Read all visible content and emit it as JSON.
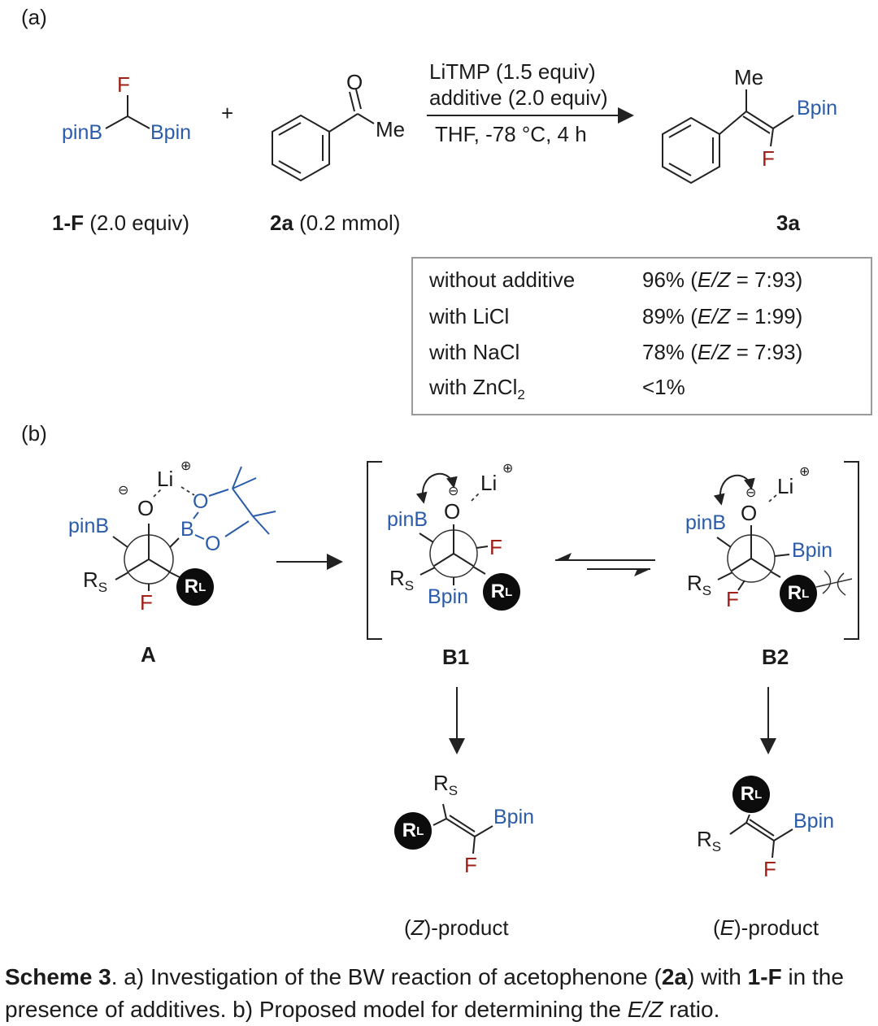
{
  "colors": {
    "accent_blue": "#2A5CA9",
    "accent_red": "#A02018",
    "text": "#1B1B1B",
    "rl_circle": "#0C0C0C"
  },
  "panel_a": {
    "label": "(a)",
    "compound_1f": {
      "f": "F",
      "pinb": "pinB",
      "bpin": "Bpin",
      "name": "1-F",
      "amount": " (2.0 equiv)"
    },
    "plus": "+",
    "compound_2a": {
      "o": "O",
      "me": "Me",
      "name": "2a",
      "amount": " (0.2 mmol)"
    },
    "conditions": {
      "above1": "LiTMP (1.5 equiv)",
      "above2": "additive (2.0 equiv)",
      "below": "THF, -78 °C, 4 h"
    },
    "compound_3a": {
      "me": "Me",
      "bpin": "Bpin",
      "f": "F",
      "name": "3a"
    },
    "results": {
      "rows": [
        {
          "additive": "without additive",
          "additive_sub": "",
          "res_pre": "96% (",
          "res_it": "E/Z",
          "res_post": " = 7:93)"
        },
        {
          "additive": "with LiCl",
          "additive_sub": "",
          "res_pre": "89% (",
          "res_it": "E/Z",
          "res_post": " = 1:99)"
        },
        {
          "additive": "with NaCl",
          "additive_sub": "",
          "res_pre": "78% (",
          "res_it": "E/Z",
          "res_post": " = 7:93)"
        },
        {
          "additive": "with ZnCl",
          "additive_sub": "2",
          "res_pre": "<1%",
          "res_it": "",
          "res_post": ""
        }
      ]
    }
  },
  "panel_b": {
    "label": "(b)",
    "a": {
      "li": "Li",
      "plus": "⊕",
      "minus": "⊖",
      "o": "O",
      "pinb": "pinB",
      "b": "B",
      "ring_o1": "O",
      "ring_o2": "O",
      "r_s": "R",
      "r_s_sub": "S",
      "f": "F",
      "r_l": "R",
      "r_l_sub": "L",
      "caption": "A"
    },
    "b1": {
      "li": "Li",
      "plus": "⊕",
      "minus": "⊖",
      "o": "O",
      "pinb": "pinB",
      "bpin": "Bpin",
      "r_s": "R",
      "r_s_sub": "S",
      "f": "F",
      "r_l": "R",
      "r_l_sub": "L",
      "caption": "B1"
    },
    "b2": {
      "li": "Li",
      "plus": "⊕",
      "minus": "⊖",
      "o": "O",
      "pinb": "pinB",
      "bpin": "Bpin",
      "r_s": "R",
      "r_s_sub": "S",
      "f": "F",
      "r_l": "R",
      "r_l_sub": "L",
      "caption": "B2"
    },
    "product_z": {
      "r_s": "R",
      "r_s_sub": "S",
      "r_l": "R",
      "r_l_sub": "L",
      "bpin": "Bpin",
      "f": "F",
      "cap_pre": "(",
      "cap_it": "Z",
      "cap_post": ")-product"
    },
    "product_e": {
      "r_s": "R",
      "r_s_sub": "S",
      "r_l": "R",
      "r_l_sub": "L",
      "bpin": "Bpin",
      "f": "F",
      "cap_pre": "(",
      "cap_it": "E",
      "cap_post": ")-product"
    }
  },
  "caption": {
    "p1": "Scheme 3",
    "p2": ". a) Investigation of the BW reaction of acetophenone (",
    "p3": "2a",
    "p4": ") with ",
    "p5": "1-F",
    "p6": " in the presence of additives. b) Proposed model for determining the ",
    "p7": "E/Z",
    "p8": " ratio."
  }
}
